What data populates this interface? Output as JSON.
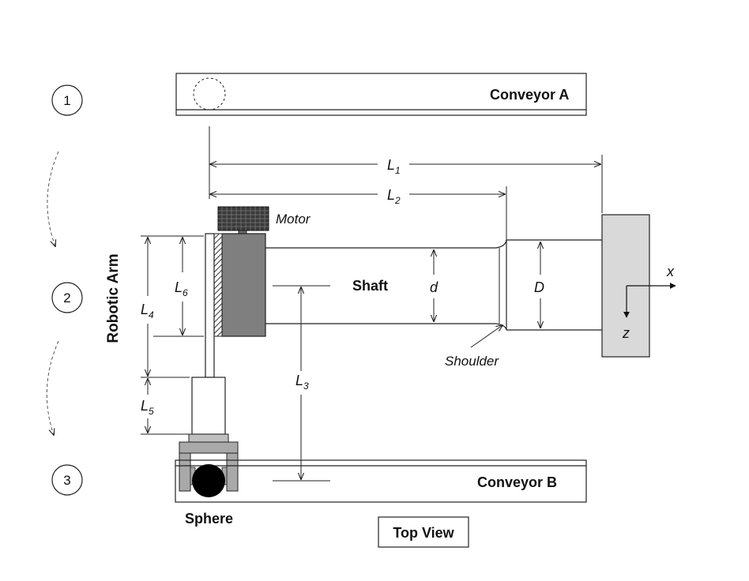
{
  "steps": [
    "1",
    "2",
    "3"
  ],
  "labels": {
    "conveyor_a": "Conveyor A",
    "conveyor_b": "Conveyor B",
    "motor": "Motor",
    "shaft": "Shaft",
    "shoulder": "Shoulder",
    "robotic_arm": "Robotic Arm",
    "sphere": "Sphere",
    "view": "Top View",
    "d_small": "d",
    "d_large": "D",
    "axis_x": "x",
    "axis_z": "z"
  },
  "dimensions": {
    "L1": {
      "letter": "L",
      "sub": "1"
    },
    "L2": {
      "letter": "L",
      "sub": "2"
    },
    "L3": {
      "letter": "L",
      "sub": "3"
    },
    "L4": {
      "letter": "L",
      "sub": "4"
    },
    "L5": {
      "letter": "L",
      "sub": "5"
    },
    "L6": {
      "letter": "L",
      "sub": "6"
    }
  },
  "colors": {
    "line": "#222222",
    "motor_block": "#7f7f7f",
    "motor_knob": "#3a3a3a",
    "gripper": "#a9a9a9",
    "wall": "#d9d9d9",
    "sphere": "#000000"
  }
}
